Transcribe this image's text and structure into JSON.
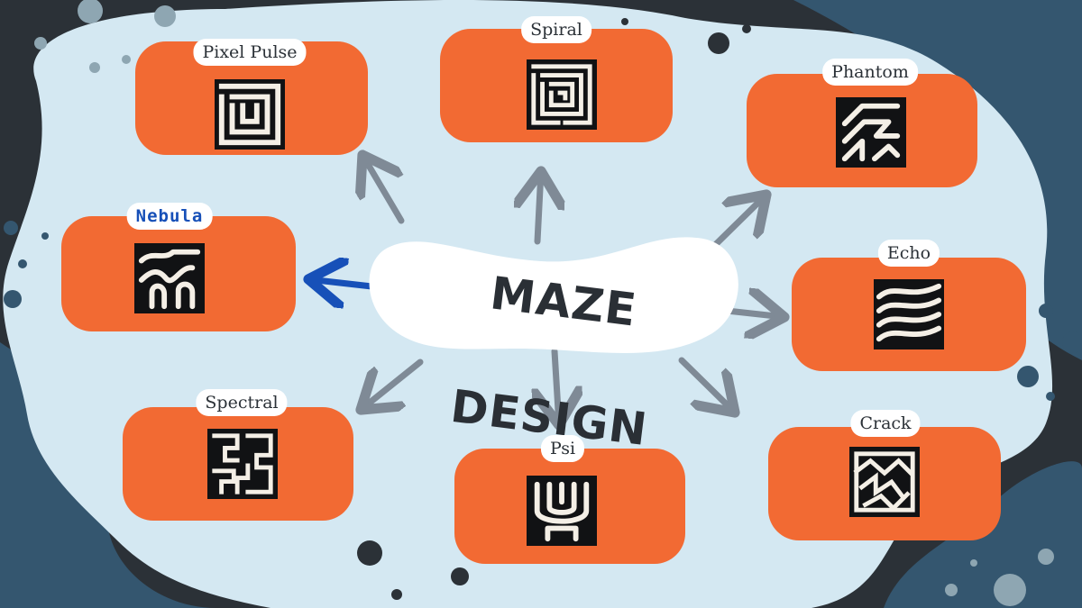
{
  "diagram": {
    "title": "MAZE DESIGN",
    "nodes": [
      {
        "id": "pixel-pulse",
        "label": "Pixel Pulse",
        "highlighted": false
      },
      {
        "id": "spiral",
        "label": "Spiral",
        "highlighted": false
      },
      {
        "id": "phantom",
        "label": "Phantom",
        "highlighted": false
      },
      {
        "id": "nebula",
        "label": "Nebula",
        "highlighted": true
      },
      {
        "id": "echo",
        "label": "Echo",
        "highlighted": false
      },
      {
        "id": "spectral",
        "label": "Spectral",
        "highlighted": false
      },
      {
        "id": "psi",
        "label": "Psi",
        "highlighted": false
      },
      {
        "id": "crack",
        "label": "Crack",
        "highlighted": false
      }
    ],
    "edges": [
      {
        "from": "center",
        "to": "pixel-pulse"
      },
      {
        "from": "center",
        "to": "spiral"
      },
      {
        "from": "center",
        "to": "phantom"
      },
      {
        "from": "center",
        "to": "nebula",
        "highlighted": true
      },
      {
        "from": "center",
        "to": "echo"
      },
      {
        "from": "center",
        "to": "spectral"
      },
      {
        "from": "center",
        "to": "psi"
      },
      {
        "from": "center",
        "to": "crack"
      }
    ]
  },
  "colors": {
    "background_dark": "#2b3137",
    "background_blue": "#34566f",
    "background_light": "#d4e8f2",
    "card": "#f26a33",
    "arrow": "#7f8a96",
    "arrow_highlight": "#1750b8",
    "maze_dark": "#111214",
    "maze_line": "#f4efe6"
  }
}
